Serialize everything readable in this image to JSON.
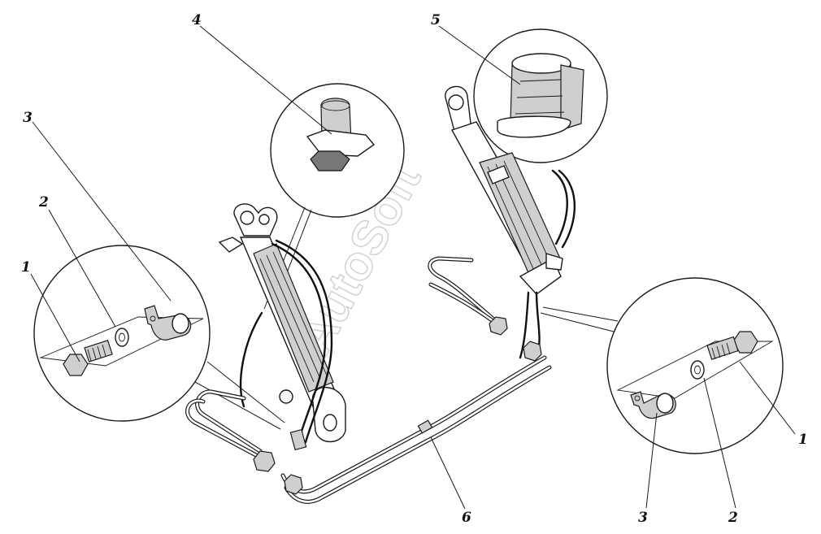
{
  "callouts": {
    "left": {
      "bolt": "1",
      "washer": "2",
      "clamp": "3"
    },
    "top_left_inset": "4",
    "top_right_inset": "5",
    "pipe": "6",
    "right": {
      "bolt": "1",
      "washer": "2",
      "clamp": "3"
    }
  },
  "watermark": "AutoSoft",
  "colors": {
    "line": "#1a1a1a",
    "background": "#ffffff",
    "watermark": "#c8c8c8"
  }
}
